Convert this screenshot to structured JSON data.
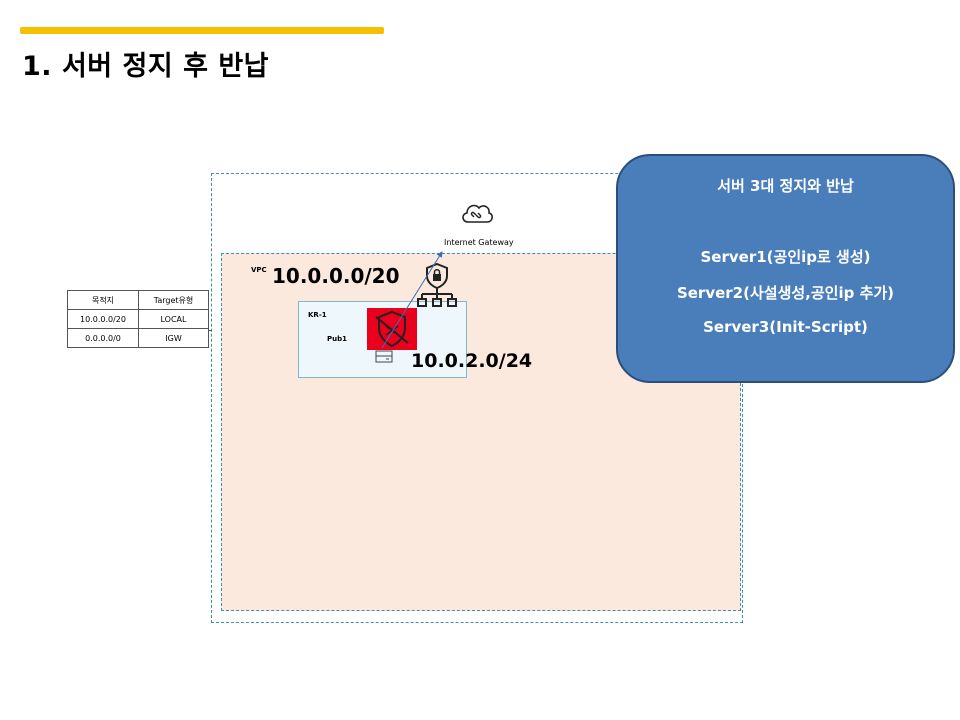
{
  "page": {
    "title": "1. 서버 정지 후 반납"
  },
  "colors": {
    "accent": "#f5c000",
    "vpc_fill": "#fce9dd",
    "boundary": "#3c8fb8",
    "info_box": "#4a7ebb",
    "shield_fill": "#e8001c"
  },
  "diagram": {
    "vpc_label": "VPC",
    "vpc_cidr": "10.0.0.0/20",
    "subnet_region": "KR-1",
    "subnet_name": "Pub1",
    "subnet_cidr": "10.0.2.0/24",
    "igw_label": "Internet Gateway",
    "icons": [
      "cloud-icon",
      "network-lock-icon",
      "shield-icon",
      "server-icon"
    ]
  },
  "route_table": {
    "headers": [
      "목적지",
      "Target유형"
    ],
    "rows": [
      [
        "10.0.0.0/20",
        "LOCAL"
      ],
      [
        "0.0.0.0/0",
        "IGW"
      ]
    ]
  },
  "info_box": {
    "title": "서버 3대 정지와 반납",
    "lines": [
      "Server1(공인ip로 생성)",
      "Server2(사설생성,공인ip 추가)",
      "Server3(Init-Script)"
    ]
  }
}
